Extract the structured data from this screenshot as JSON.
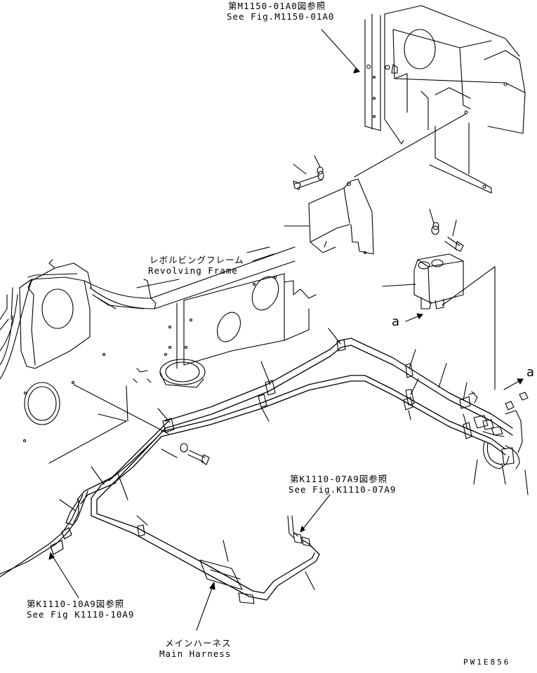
{
  "references": {
    "m1150_jp": "第M1150-01A0図参照",
    "m1150_en": "See Fig.M1150-01A0",
    "k1110_07_jp": "第K1110-07A9図参照",
    "k1110_07_en": "See Fig.K1110-07A9",
    "k1110_10_jp": "第K1110-10A9図参照",
    "k1110_10_en": "See Fig K1110-10A9"
  },
  "labels": {
    "revolving_frame_jp": "レボルビングフレーム",
    "revolving_frame_en": "Revolving Frame",
    "main_harness_jp": "メインハーネス",
    "main_harness_en": "Main Harness",
    "callout_a1": "a",
    "callout_a2": "a",
    "drawing_code": "PW1E856"
  }
}
